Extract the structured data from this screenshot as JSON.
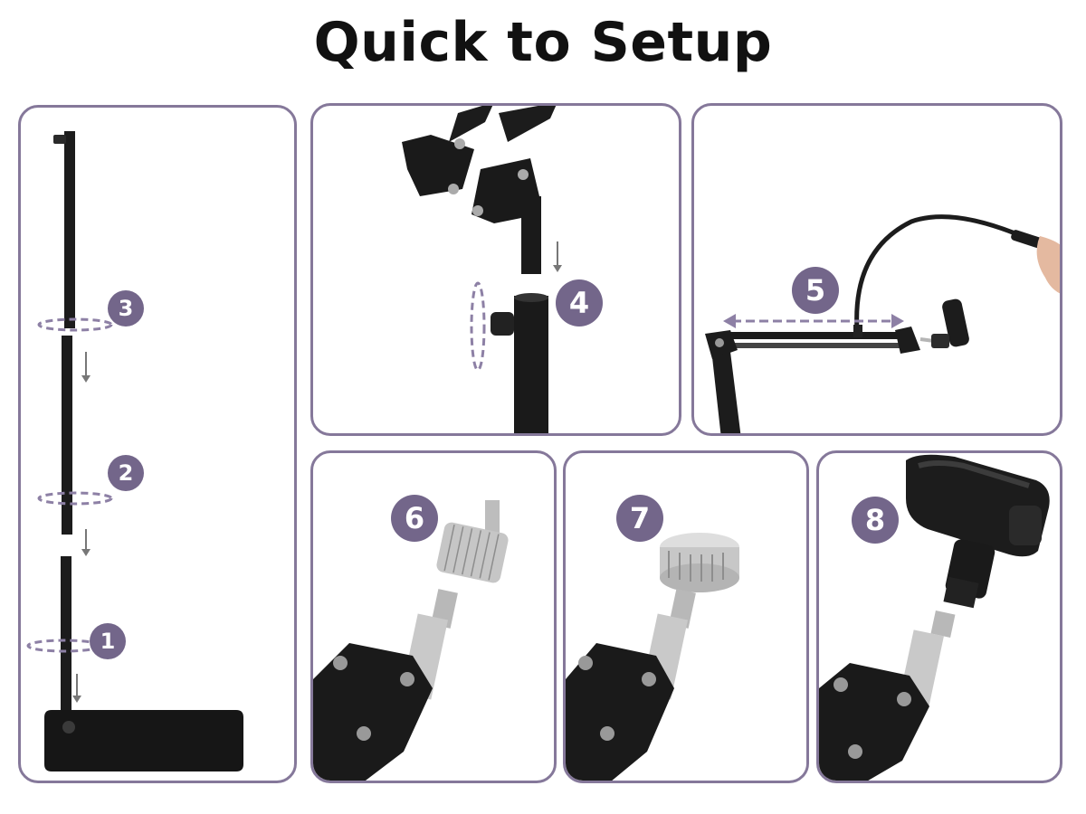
{
  "header": {
    "title": "Quick to Setup"
  },
  "steps": [
    "1",
    "2",
    "3",
    "4",
    "5",
    "6",
    "7",
    "8"
  ],
  "colors": {
    "border": "#85789a",
    "badge": "#73668a",
    "metal": "#1c1c1c",
    "silver": "#c9c9c9"
  }
}
